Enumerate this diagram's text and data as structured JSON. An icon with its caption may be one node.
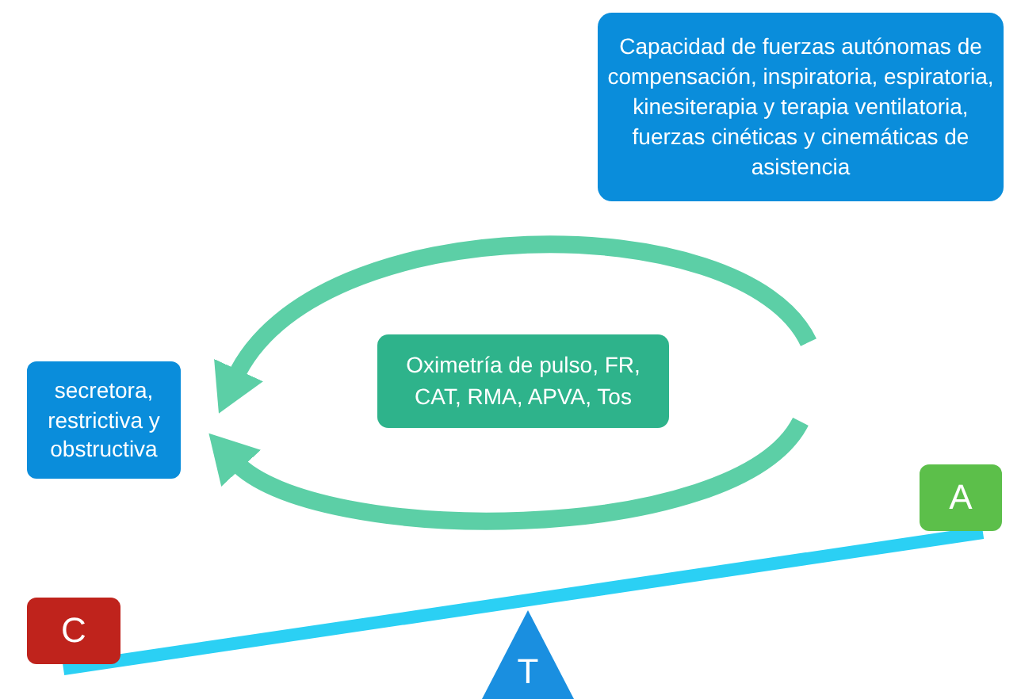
{
  "diagram": {
    "nodes": [
      {
        "text": [
          "Capacidad de fuerzas autónomas de compensación, inspiratoria, espiratoria, kinesiterapia y terapia ventilatoria, fuerzas cinéticas y cinemáticas de asistencia"
        ]
      },
      {
        "text": [
          "secretora, restrictiva y obstructiva"
        ]
      },
      {
        "text": [
          "Oximetría de pulso, FR, CAT, RMA, APVA, Tos"
        ]
      },
      {
        "text": [
          "A"
        ]
      },
      {
        "text": [
          "C"
        ]
      },
      {
        "text": [
          "T"
        ]
      }
    ],
    "edges": [
      {
        "from": null,
        "to": 1,
        "arrow": "to"
      },
      {
        "from": null,
        "to": 1,
        "arrow": "to"
      }
    ]
  }
}
